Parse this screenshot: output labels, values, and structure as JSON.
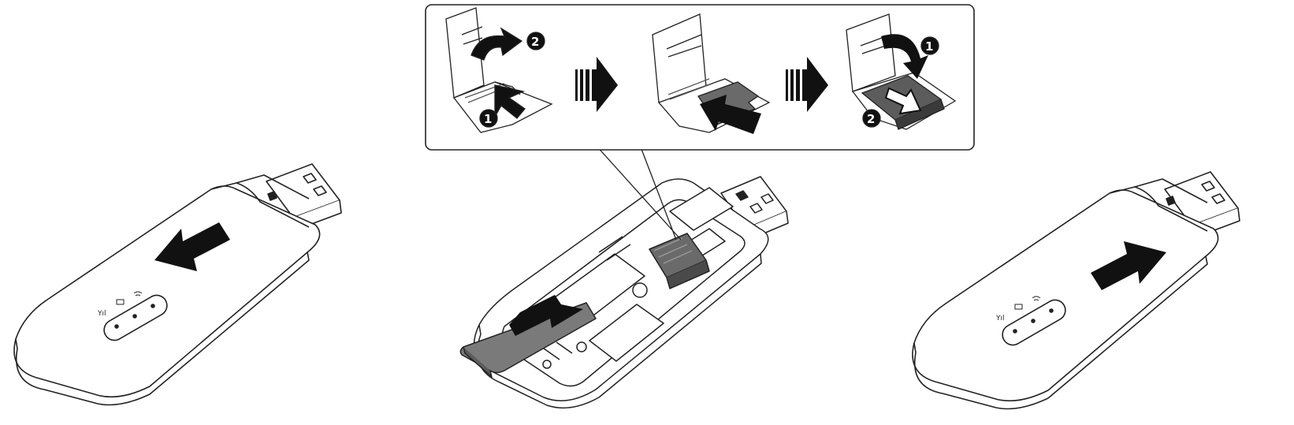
{
  "colors": {
    "line": "#222222",
    "fill_dark": "#111111",
    "fill_card": "#7a7a7a",
    "fill_card_dark": "#5c5c5c",
    "background": "#ffffff"
  },
  "steps": [
    {
      "name": "remove-cover",
      "arrow": "slide-left-arrow"
    },
    {
      "name": "insert-cards",
      "arrow": "insert-sim-arrow"
    },
    {
      "name": "replace-cover",
      "arrow": "slide-right-arrow"
    }
  ],
  "callout": {
    "panels": [
      {
        "name": "open-tray",
        "markers": [
          "1",
          "2"
        ]
      },
      {
        "name": "insert-microsd",
        "markers": []
      },
      {
        "name": "close-tray",
        "markers": [
          "1",
          "2"
        ]
      }
    ]
  },
  "icons": [
    "signal-icon",
    "message-icon",
    "wifi-icon",
    "usb-icon"
  ]
}
